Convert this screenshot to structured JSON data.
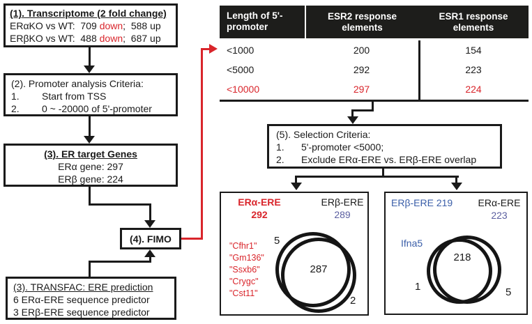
{
  "colors": {
    "red": "#d9252b",
    "blue": "#3a5ea8",
    "slate_blue": "#5b5fa0",
    "line_black": "#1a1a1a",
    "table_header_bg": "#1d1d1b"
  },
  "flowchart": {
    "box1": {
      "title": "(1). Transcriptome (2 fold change)",
      "rows": [
        {
          "pre": "ERαKO vs WT:  709 ",
          "down": "down",
          "post": ";  588 up"
        },
        {
          "pre": "ERβKO vs WT:  488 ",
          "down": "down",
          "post": ";  687 up"
        }
      ]
    },
    "box2": {
      "title": "(2). Promoter analysis Criteria:",
      "items": [
        {
          "num": "1.",
          "text": "Start from TSS"
        },
        {
          "num": "2.",
          "text": "0 ~ -20000 of 5'-promoter"
        }
      ]
    },
    "box3": {
      "title": "(3). ER target Genes",
      "lines": [
        "ERα gene: 297",
        "ERβ gene: 224"
      ]
    },
    "box4": {
      "title": "(4). FIMO"
    },
    "box_transfac": {
      "title": "(3). TRANSFAC: ERE prediction",
      "lines": [
        "6 ERα-ERE sequence predictor",
        "3 ERβ-ERE sequence predictor"
      ]
    },
    "box5": {
      "title": "(5). Selection Criteria:",
      "items": [
        {
          "num": "1.",
          "text": "5'-promoter <5000;"
        },
        {
          "num": "2.",
          "text": "Exclude ERα-ERE vs. ERβ-ERE overlap"
        }
      ]
    }
  },
  "table": {
    "headers": [
      "Length of 5'-promoter",
      "ESR2 response elements",
      "ESR1 response elements"
    ],
    "rows": [
      {
        "length": "<1000",
        "esr2": "200",
        "esr1": "154",
        "highlight": false
      },
      {
        "length": "<5000",
        "esr2": "292",
        "esr1": "223",
        "highlight": false
      },
      {
        "length": "<10000",
        "esr2": "297",
        "esr1": "224",
        "highlight": true
      }
    ]
  },
  "venn_left": {
    "left_label": "ERα-ERE",
    "left_count": "292",
    "right_label": "ERβ-ERE",
    "right_count": "289",
    "gene_list": [
      "\"Cfhr1\"",
      "\"Gm136\"",
      "\"Ssxb6\"",
      "\"Crygc\"",
      "\"Cst11\""
    ],
    "only_left": "5",
    "overlap": "287",
    "only_right": "2"
  },
  "venn_right": {
    "left_label": "ERβ-ERE 219",
    "right_label": "ERα-ERE",
    "right_count": "223",
    "gene": "Ifna5",
    "only_left": "1",
    "overlap": "218",
    "only_right": "5"
  }
}
